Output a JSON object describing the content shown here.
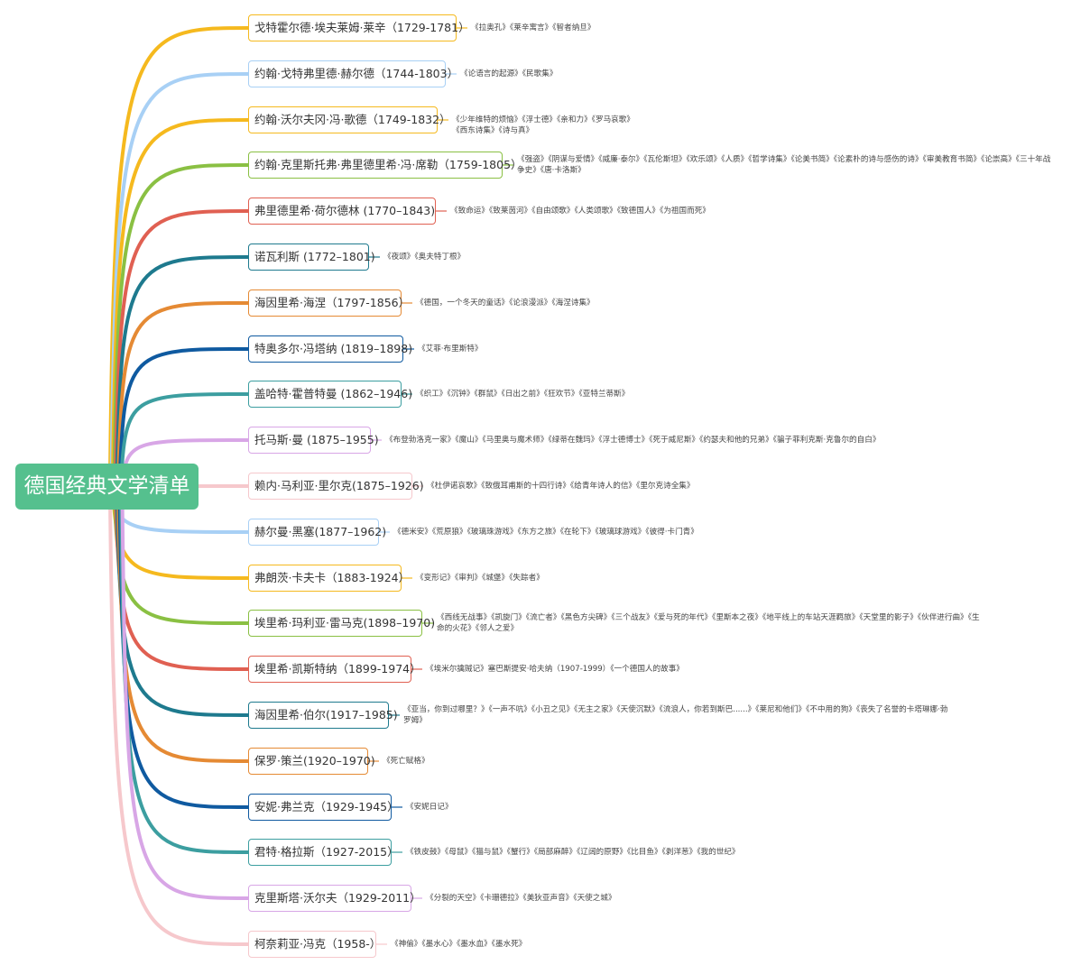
{
  "root": {
    "title": "德国经典文学清单",
    "color": "#55c08e"
  },
  "authors": [
    {
      "name": "戈特霍尔德·埃夫莱姆·莱辛（1729-1781）",
      "works": "《拉奥孔》《莱辛寓言》《智者纳旦》",
      "color": "#f5b91e"
    },
    {
      "name": "约翰·戈特弗里德·赫尔德（1744-1803）",
      "works": "《论语言的起源》《民歌集》",
      "color": "#a8d0f5"
    },
    {
      "name": "约翰·沃尔夫冈·冯·歌德（1749-1832）",
      "works": "《少年维特的烦恼》《浮士德》《亲和力》《罗马哀歌》《西东诗集》《诗与真》",
      "color": "#f5b91e"
    },
    {
      "name": "约翰·克里斯托弗·弗里德里希·冯·席勒（1759-1805）",
      "works": "《强盗》《阴谋与爱情》《威廉·泰尔》《瓦伦斯坦》《欢乐颂》《人质》《哲学诗集》《论美书简》《论素朴的诗与感伤的诗》《审美教育书简》《论崇高》《三十年战争史》《唐·卡洛斯》",
      "color": "#8ac043"
    },
    {
      "name": "弗里德里希·荷尔德林 (1770–1843)",
      "works": "《致命运》《致莱茵河》《自由颂歌》《人类颂歌》《致德国人》《为祖国而死》",
      "color": "#e06052"
    },
    {
      "name": "诺瓦利斯 (1772–1801)",
      "works": "《夜颂》《奥夫特丁根》",
      "color": "#1e7a8e"
    },
    {
      "name": "海因里希·海涅（1797-1856）",
      "works": "《德国，一个冬天的童话》《论浪漫派》《海涅诗集》",
      "color": "#e58a34"
    },
    {
      "name": "特奥多尔·冯塔纳 (1819–1898)",
      "works": "《艾菲·布里斯特》",
      "color": "#0f5aa0"
    },
    {
      "name": "盖哈特·霍普特曼 (1862–1946)",
      "works": "《织工》《沉钟》《群鼠》《日出之前》《狂欢节》《亚特兰蒂斯》",
      "color": "#3c9ea0"
    },
    {
      "name": "托马斯·曼 (1875–1955)",
      "works": "《布登勃洛克一家》《魔山》《马里奥与魔术师》《绿蒂在魏玛》《浮士德博士》《死于威尼斯》《约瑟夫和他的兄弟》《骗子菲利克斯·克鲁尔的自白》",
      "color": "#d8a6e6"
    },
    {
      "name": "赖内·马利亚·里尔克(1875–1926)",
      "works": "《杜伊诺哀歌》《致俄耳甫斯的十四行诗》《给青年诗人的信》《里尔克诗全集》",
      "color": "#f6c8cc"
    },
    {
      "name": "赫尔曼·黑塞(1877–1962)",
      "works": "《德米安》《荒原狼》《玻璃珠游戏》《东方之旅》《在轮下》《玻璃球游戏》《彼得·卡门青》",
      "color": "#a8d0f5"
    },
    {
      "name": "弗朗茨·卡夫卡（1883-1924）",
      "works": "《变形记》《审判》《城堡》《失踪者》",
      "color": "#f5b91e"
    },
    {
      "name": "埃里希·玛利亚·雷马克(1898–1970)",
      "works": "《西线无战事》《凯旋门》《流亡者》《黑色方尖碑》《三个战友》《爱与死的年代》《里斯本之夜》《地平线上的车站天涯羁旅》《天堂里的影子》《伙伴进行曲》《生命的火花》《邻人之爱》",
      "color": "#8ac043"
    },
    {
      "name": "埃里希·凯斯特纳（1899-1974）",
      "works": "《埃米尔擒贼记》塞巴斯提安·哈夫纳（1907-1999）《一个德国人的故事》",
      "color": "#e06052"
    },
    {
      "name": "海因里希·伯尔(1917–1985)",
      "works": "《亚当，你到过哪里？》《一声不吭》《小丑之见》《无主之家》《天使沉默》《流浪人，你若到斯巴......》《莱尼和他们》《不中用的狗》《丧失了名誉的卡塔琳娜·勃罗姆》",
      "color": "#1e7a8e"
    },
    {
      "name": "保罗·策兰(1920–1970)",
      "works": "《死亡赋格》",
      "color": "#e58a34"
    },
    {
      "name": "安妮·弗兰克（1929-1945）",
      "works": "《安妮日记》",
      "color": "#0f5aa0"
    },
    {
      "name": "君特·格拉斯（1927-2015）",
      "works": "《铁皮鼓》《母鼠》《猫与鼠》《蟹行》《局部麻醉》《辽阔的原野》《比目鱼》《剥洋葱》《我的世纪》",
      "color": "#3c9ea0"
    },
    {
      "name": "克里斯塔·沃尔夫（1929-2011）",
      "works": "《分裂的天空》《卡珊德拉》《美狄亚声音》《天使之城》",
      "color": "#d8a6e6"
    },
    {
      "name": "柯奈莉亚·冯克（1958-）",
      "works": "《神偷》《墨水心》《墨水血》《墨水死》",
      "color": "#f6c8cc"
    }
  ]
}
